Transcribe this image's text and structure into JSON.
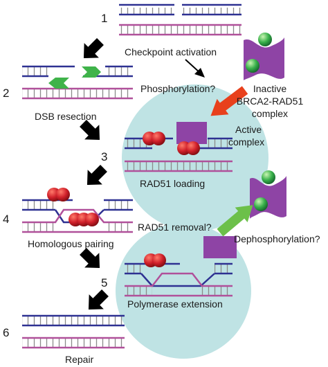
{
  "steps": {
    "s1": "1",
    "s2": "2",
    "s3": "3",
    "s4": "4",
    "s5": "5",
    "s6": "6"
  },
  "labels": {
    "checkpoint": "Checkpoint activation",
    "dsb": "DSB resection",
    "phospho": "Phosphorylation?",
    "inactive_1": "Inactive",
    "inactive_2": "BRCA2-RAD51",
    "inactive_3": "complex",
    "active_1": "Active",
    "active_2": "complex",
    "rad51_loading": "RAD51 loading",
    "homologous": "Homologous pairing",
    "rad51_removal": "RAD51 removal?",
    "dephospho": "Dephosphorylation?",
    "polymerase": "Polymerase extension",
    "repair": "Repair"
  },
  "colors": {
    "dna_top": "#2e3192",
    "dna_bottom": "#b0509a",
    "rung": "#8a8a8a",
    "bubble": "#bfe3e4",
    "brca2": "#8e44a5",
    "rad51": "#c0161c",
    "rad51_inactive": "#2fa84a",
    "nuclease": "#3fb34a",
    "arrow_black": "#000000",
    "arrow_red": "#e8401c",
    "arrow_green": "#6cc04a"
  }
}
